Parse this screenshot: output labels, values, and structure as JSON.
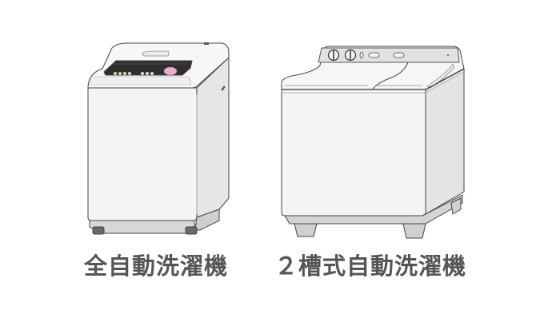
{
  "illustration": {
    "left_machine": {
      "caption": "全自動洗濯機",
      "type": "top-loading fully automatic washing machine",
      "panel_buttons": {
        "yellow_count": 4,
        "lavender_count": 3,
        "pink_count": 1
      },
      "colors": {
        "body": "#f2f2f2",
        "side": "#e4e4e4",
        "base": "#d8d8d8",
        "panel": "#2e2e2e",
        "yellow_button": "#f3e27a",
        "lavender_button": "#f3dcef",
        "pink_button": "#f4a9cf",
        "feet": "#6a6a6a"
      }
    },
    "right_machine": {
      "caption": "２槽式自動洗濯機",
      "type": "twin-tub washing machine",
      "control_panel": {
        "dials": 2,
        "indicator_slots": 2
      },
      "colors": {
        "body": "#f2f2f2",
        "side": "#e4e4e4",
        "panel": "#e0e0e0",
        "base": "#d4d4d4"
      }
    },
    "caption_color": "#555555",
    "background": "#ffffff"
  }
}
